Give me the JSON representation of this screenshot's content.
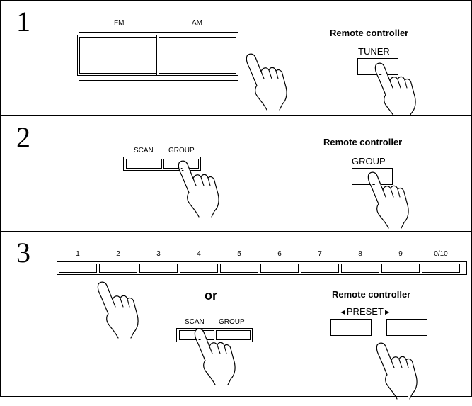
{
  "steps": [
    {
      "number": "1",
      "panel_labels": {
        "fm": "FM",
        "am": "AM"
      },
      "remote": {
        "title": "Remote controller",
        "button": "TUNER"
      }
    },
    {
      "number": "2",
      "panel_labels": {
        "scan": "SCAN",
        "group": "GROUP"
      },
      "remote": {
        "title": "Remote controller",
        "button": "GROUP"
      }
    },
    {
      "number": "3",
      "preset_numbers": [
        "1",
        "2",
        "3",
        "4",
        "5",
        "6",
        "7",
        "8",
        "9",
        "0/10"
      ],
      "or_label": "or",
      "panel_labels": {
        "scan": "SCAN",
        "group": "GROUP"
      },
      "remote": {
        "title": "Remote controller",
        "button": "PRESET",
        "left_arrow": "◄",
        "right_arrow": "►"
      }
    }
  ],
  "icons": [
    "pointing-hand-icon"
  ]
}
